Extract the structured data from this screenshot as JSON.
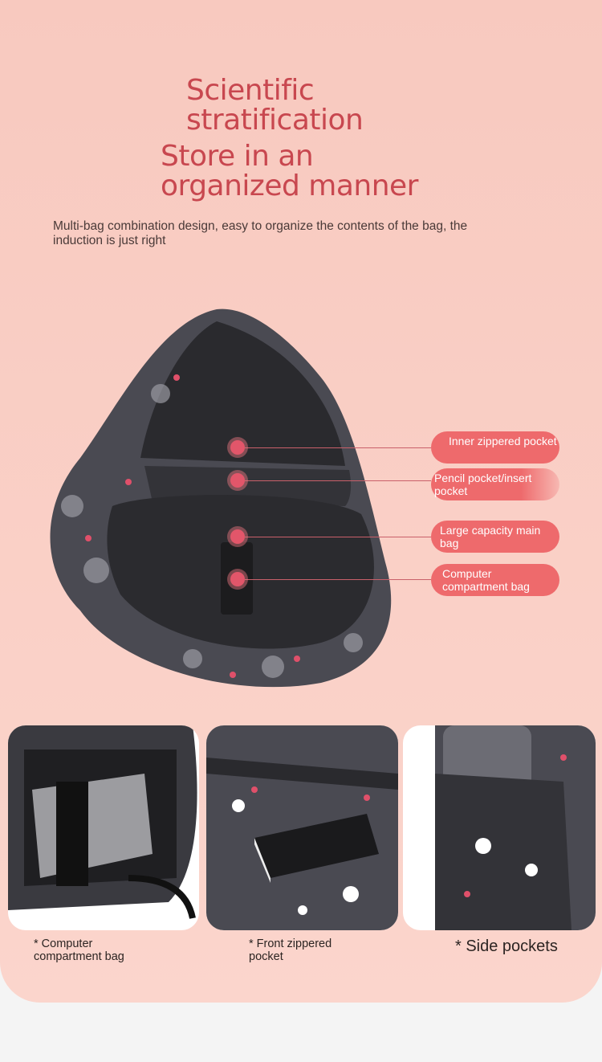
{
  "headline": {
    "line1": "Scientific",
    "line2": "stratification",
    "line3": "Store in an",
    "line4": "organized manner"
  },
  "subtitle": "Multi-bag combination design, easy to organize the contents of the bag, the induction is just right",
  "callouts": [
    {
      "label": "Inner zippered pocket"
    },
    {
      "label": "Pencil pocket/insert pocket"
    },
    {
      "label": "Large capacity main bag"
    },
    {
      "label": "Computer compartment bag"
    }
  ],
  "thumbnails": [
    {
      "caption": "* Computer compartment bag"
    },
    {
      "caption": "* Front zippered pocket"
    },
    {
      "caption": "* Side pockets"
    }
  ],
  "colors": {
    "accent": "#c8474f",
    "pill": "#ee6a6c",
    "background": "#f8c9bf"
  }
}
